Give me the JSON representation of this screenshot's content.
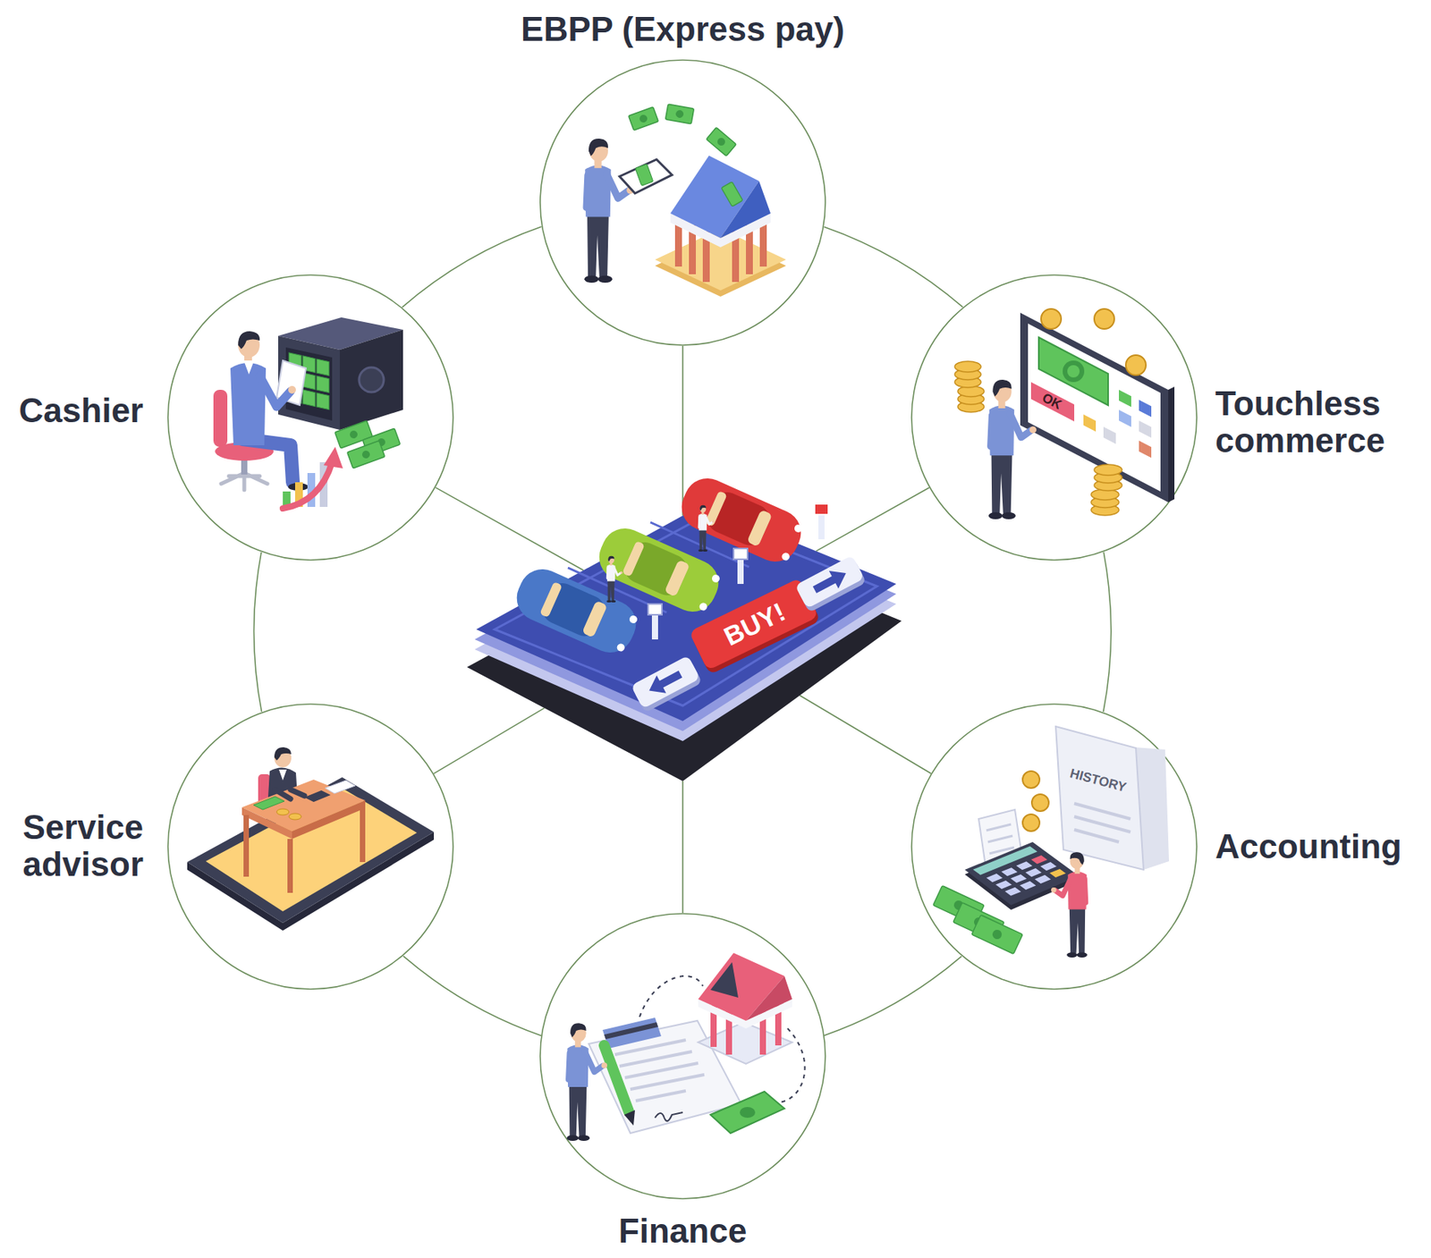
{
  "diagram": {
    "nodes": [
      {
        "text": [
          "EBPP (Express pay)"
        ]
      },
      {
        "text": [
          "Touchless commerce"
        ]
      },
      {
        "text": [
          "Accounting"
        ]
      },
      {
        "text": [
          "Finance"
        ]
      },
      {
        "text": [
          "Service advisor"
        ]
      },
      {
        "text": [
          "Cashier"
        ]
      },
      {
        "text": [
          "BUY!"
        ]
      }
    ],
    "edges": [
      {
        "from": 0,
        "to": 1,
        "arrow": "none"
      },
      {
        "from": 1,
        "to": 2,
        "arrow": "none"
      },
      {
        "from": 2,
        "to": 3,
        "arrow": "none"
      },
      {
        "from": 3,
        "to": 4,
        "arrow": "none"
      },
      {
        "from": 4,
        "to": 5,
        "arrow": "none"
      },
      {
        "from": 5,
        "to": 0,
        "arrow": "none"
      },
      {
        "from": 0,
        "to": 6,
        "arrow": "none"
      },
      {
        "from": 1,
        "to": 6,
        "arrow": "none"
      },
      {
        "from": 2,
        "to": 6,
        "arrow": "none"
      },
      {
        "from": 3,
        "to": 6,
        "arrow": "none"
      },
      {
        "from": 4,
        "to": 6,
        "arrow": "none"
      },
      {
        "from": 5,
        "to": 6,
        "arrow": "none"
      }
    ],
    "labels": [
      "OK",
      "HISTORY"
    ]
  }
}
